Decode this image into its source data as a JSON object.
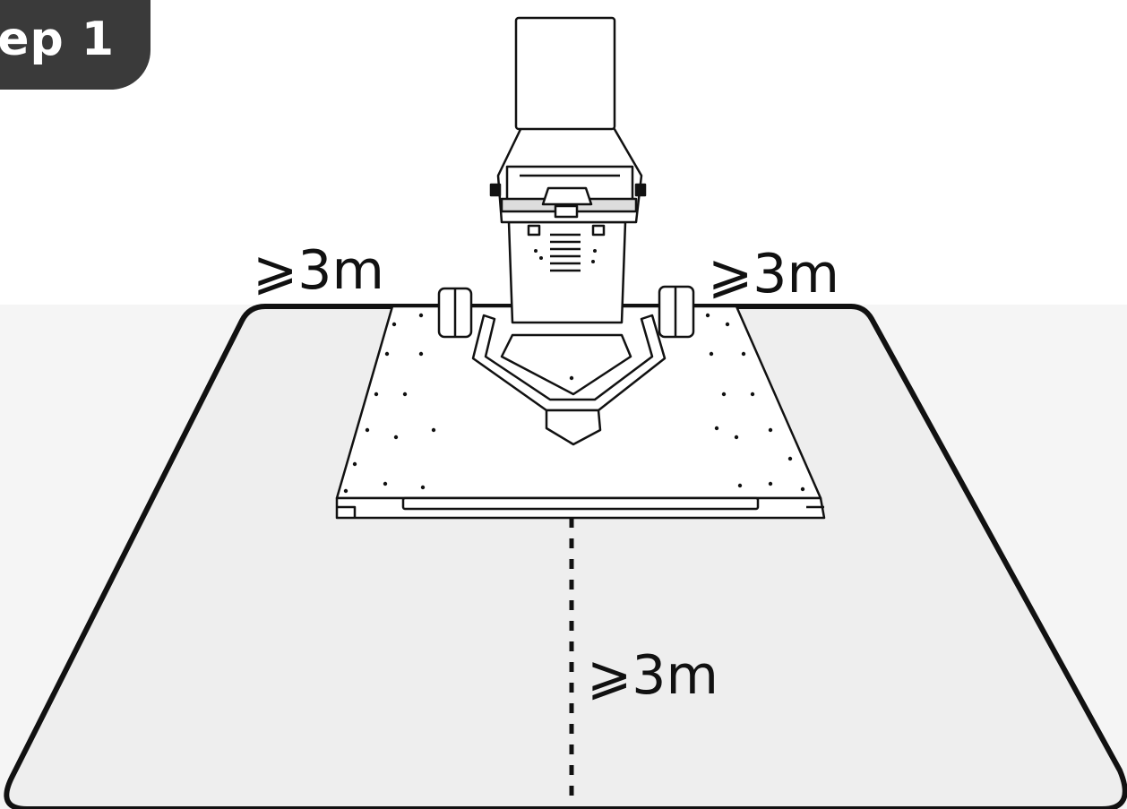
{
  "badge": {
    "text": "ep 1"
  },
  "clearance": {
    "left": "⩾3m",
    "right": "⩾3m",
    "front": "⩾3m"
  },
  "colors": {
    "background_band": "#f5f5f5",
    "floor_area": "#eeeeee",
    "outline": "#111111",
    "badge": "#3a3a3a",
    "machine_fill": "#ffffff"
  },
  "icons": {
    "machine": "pitching-machine-on-base-plate-illustration"
  }
}
